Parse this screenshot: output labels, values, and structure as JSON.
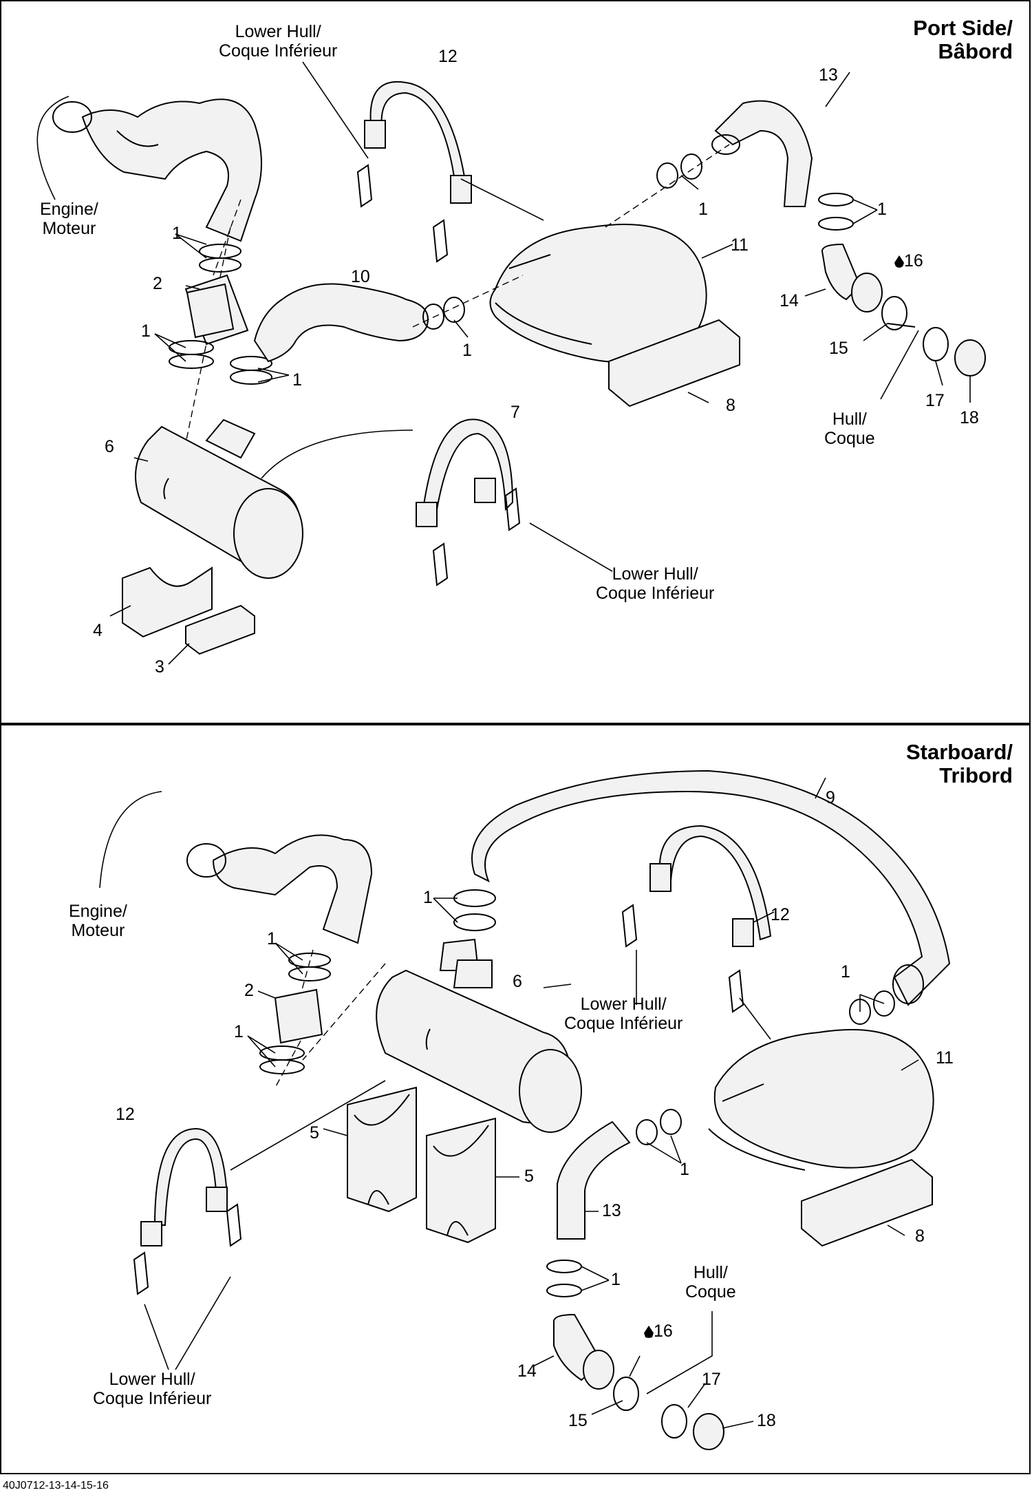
{
  "panels": {
    "port": {
      "title_line1": "Port Side/",
      "title_line2": "Bâbord"
    },
    "starboard": {
      "title_line1": "Starboard/",
      "title_line2": "Tribord"
    }
  },
  "labels": {
    "lower_hull_1": "Lower Hull/",
    "lower_hull_2": "Coque Inférieur",
    "engine_1": "Engine/",
    "engine_2": "Moteur",
    "hull_1": "Hull/",
    "hull_2": "Coque"
  },
  "part_numbers": {
    "n1": "1",
    "n2": "2",
    "n3": "3",
    "n4": "4",
    "n5": "5",
    "n6": "6",
    "n7": "7",
    "n8": "8",
    "n9": "9",
    "n10": "10",
    "n11": "11",
    "n12": "12",
    "n13": "13",
    "n14": "14",
    "n15": "15",
    "n16": "16",
    "n17": "17",
    "n18": "18"
  },
  "drawing_code": "40J0712-13-14-15-16",
  "icons": {
    "sealant": "oil-drop-icon"
  }
}
